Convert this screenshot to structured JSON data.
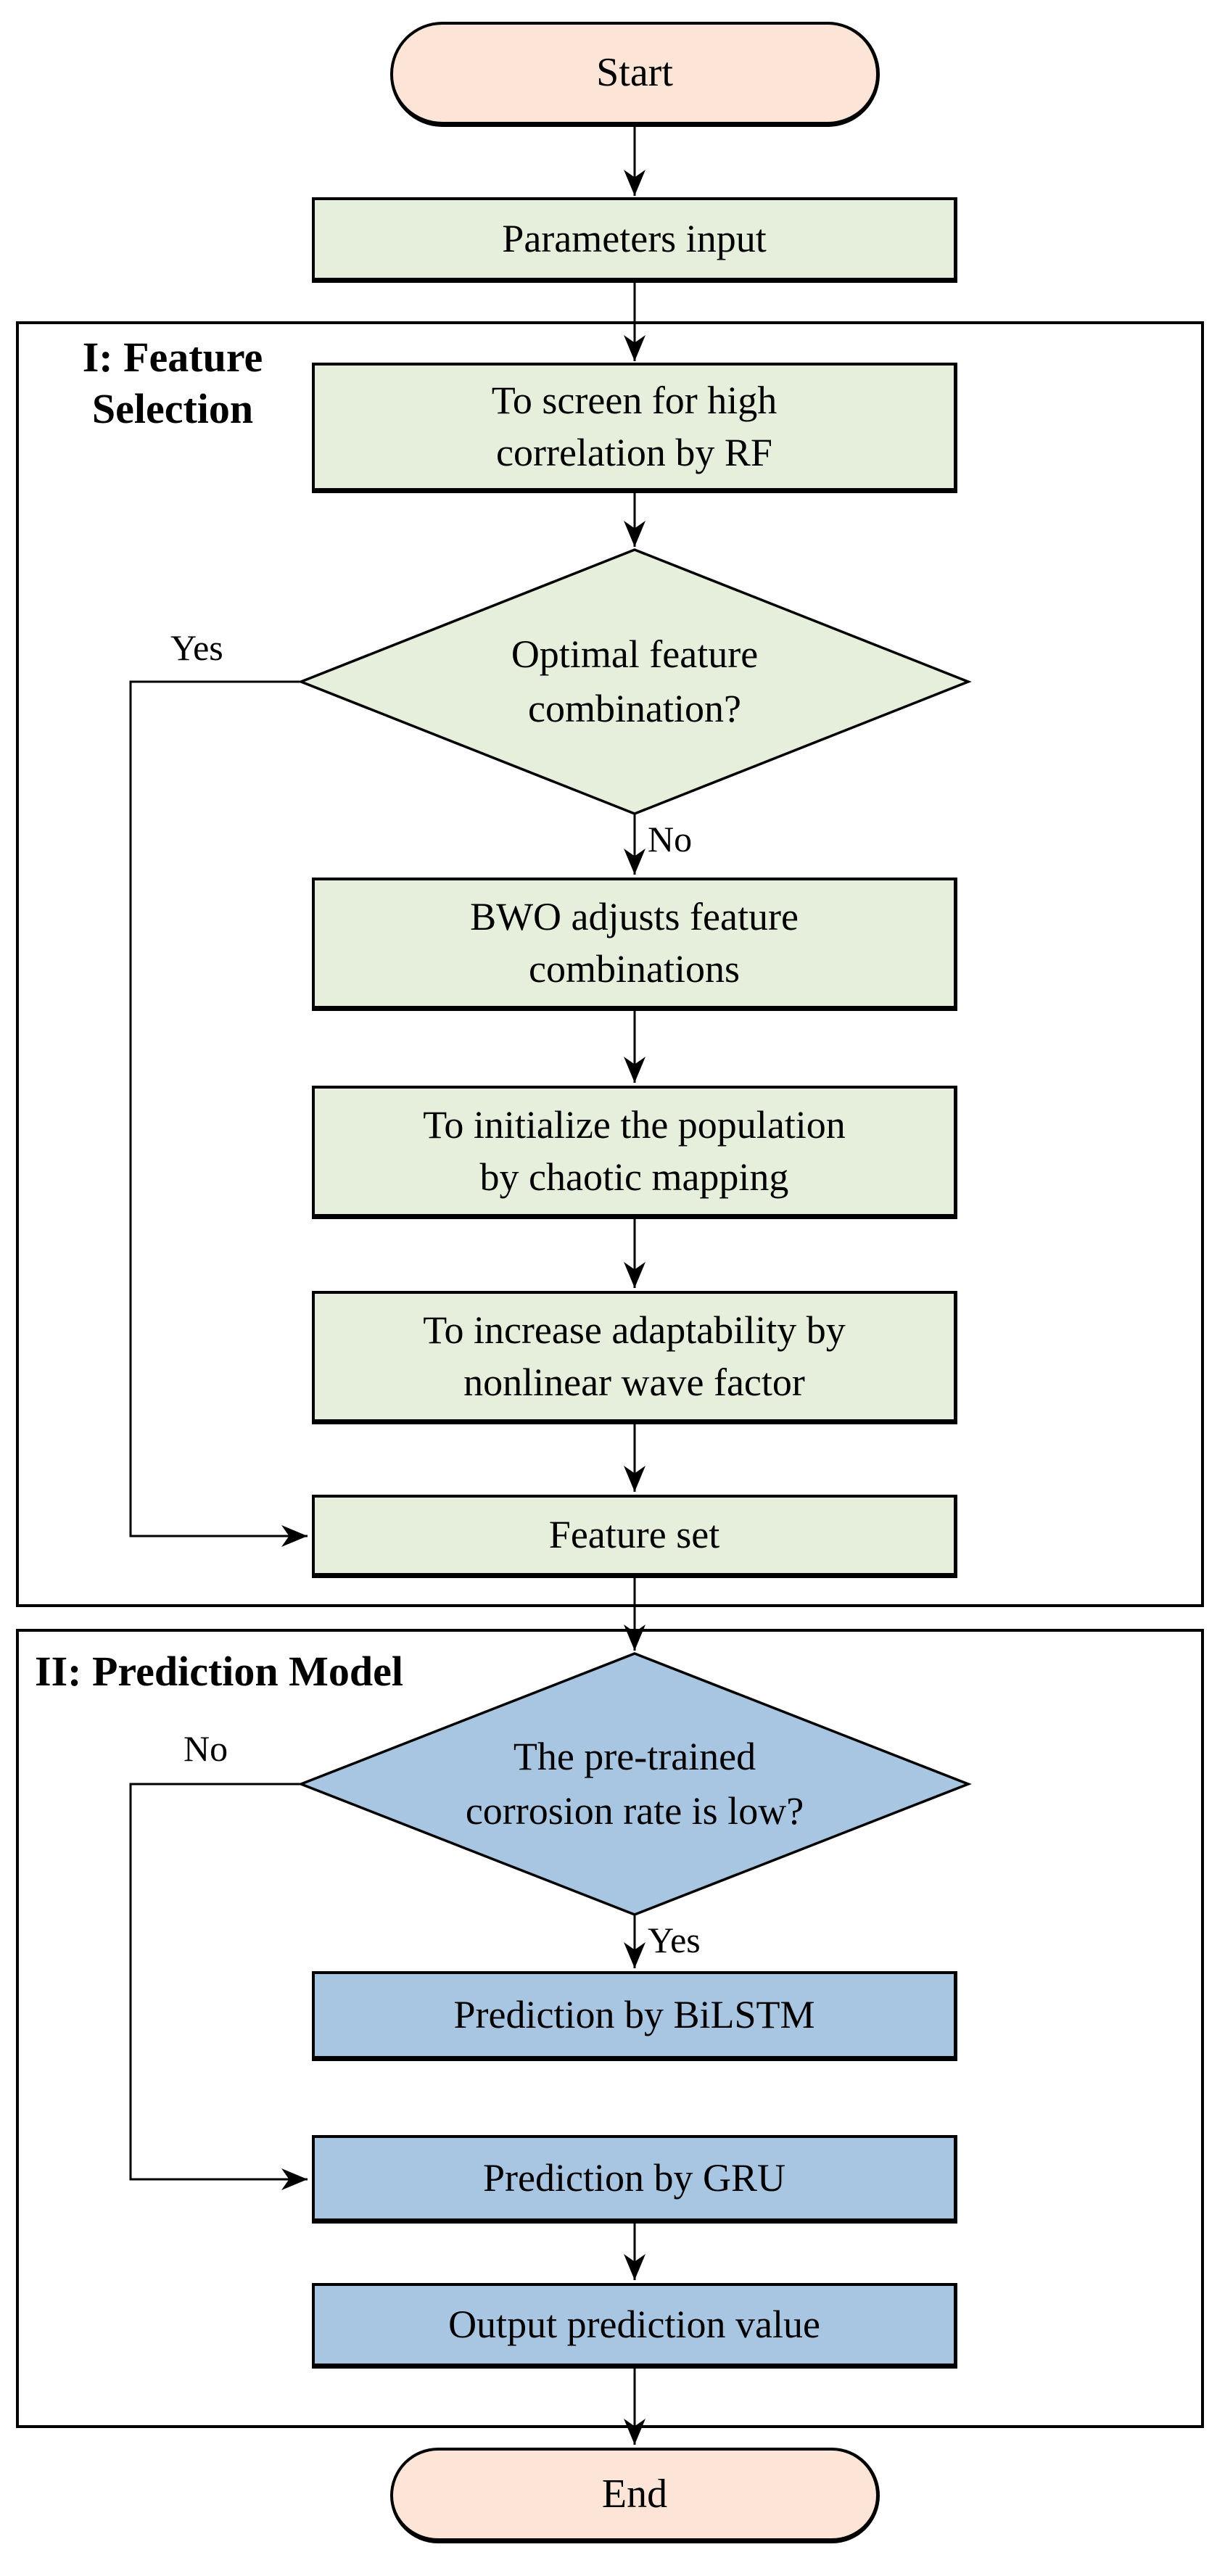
{
  "figure": {
    "type": "flowchart",
    "description": "Two-stage flowchart: feature selection by RF/BWO, then prediction model with BiLSTM/GRU"
  },
  "colors": {
    "terminal-fill": "#fce5d6",
    "green-fill": "#e5efdc",
    "blue-fill": "#a8c5e2",
    "line": "#000000",
    "paper": "#ffffff"
  },
  "sections": {
    "feature_selection": "I: Feature\nSelection",
    "prediction_model": "II: Prediction Model"
  },
  "nodes": {
    "start": "Start",
    "parameters_input": "Parameters input",
    "screen_rf": "To screen for high\ncorrelation by RF",
    "optimal_feature": "Optimal feature\ncombination?",
    "bwo_adjusts": "BWO adjusts feature\ncombinations",
    "init_population": "To initialize the population\nby chaotic mapping",
    "increase_adaptability": "To increase adaptability by\nnonlinear wave factor",
    "feature_set": "Feature set",
    "pretrained_low": "The pre-trained\ncorrosion rate is low?",
    "prediction_bilstm": "Prediction by BiLSTM",
    "prediction_gru": "Prediction by GRU",
    "output_value": "Output prediction value",
    "end": "End"
  },
  "edge_labels": {
    "yes_feature": "Yes",
    "no_feature": "No",
    "no_prediction": "No",
    "yes_prediction": "Yes"
  }
}
